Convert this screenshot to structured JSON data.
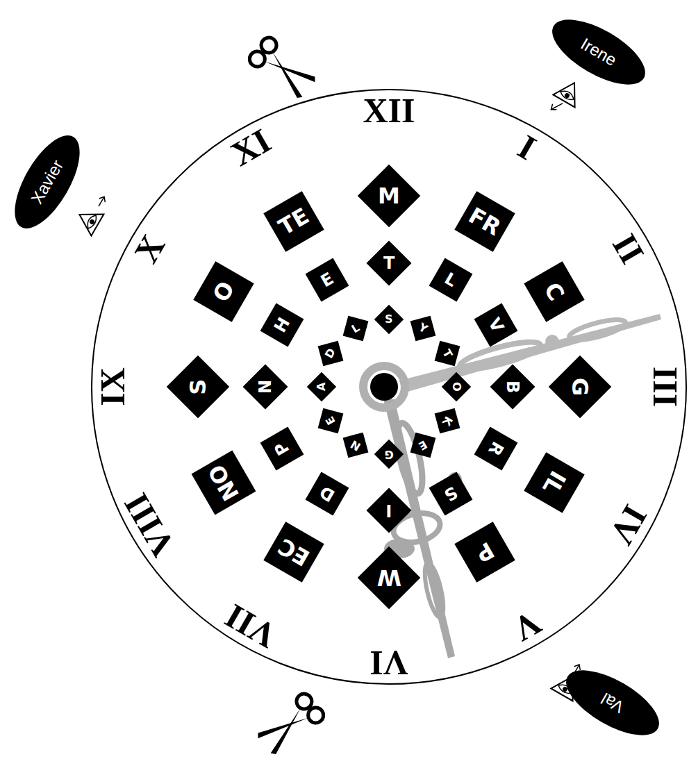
{
  "diagram": {
    "nodes": [
      {
        "text": [
          "Xavier"
        ]
      },
      {
        "text": [
          "Irene"
        ]
      },
      {
        "text": [
          "Val"
        ]
      },
      {
        "text": [
          "M"
        ]
      },
      {
        "text": [
          "FR"
        ]
      },
      {
        "text": [
          "C"
        ]
      },
      {
        "text": [
          "G"
        ]
      },
      {
        "text": [
          "IL"
        ]
      },
      {
        "text": [
          "P"
        ]
      },
      {
        "text": [
          "W"
        ]
      },
      {
        "text": [
          "EC"
        ]
      },
      {
        "text": [
          "NO"
        ]
      },
      {
        "text": [
          "S"
        ]
      },
      {
        "text": [
          "O"
        ]
      },
      {
        "text": [
          "TE"
        ]
      },
      {
        "text": [
          "T"
        ]
      },
      {
        "text": [
          "L"
        ]
      },
      {
        "text": [
          "V"
        ]
      },
      {
        "text": [
          "B"
        ]
      },
      {
        "text": [
          "R"
        ]
      },
      {
        "text": [
          "S"
        ]
      },
      {
        "text": [
          "I"
        ]
      },
      {
        "text": [
          "D"
        ]
      },
      {
        "text": [
          "P"
        ]
      },
      {
        "text": [
          "N"
        ]
      },
      {
        "text": [
          "H"
        ]
      },
      {
        "text": [
          "E"
        ]
      },
      {
        "text": [
          "S"
        ]
      },
      {
        "text": [
          "Y"
        ]
      },
      {
        "text": [
          "T"
        ]
      },
      {
        "text": [
          "O"
        ]
      },
      {
        "text": [
          "K"
        ]
      },
      {
        "text": [
          "E"
        ]
      },
      {
        "text": [
          "G"
        ]
      },
      {
        "text": [
          "N"
        ]
      },
      {
        "text": [
          "E"
        ]
      },
      {
        "text": [
          "A"
        ]
      },
      {
        "text": [
          "D"
        ]
      },
      {
        "text": [
          "L"
        ]
      }
    ],
    "labels": [
      "XII",
      "I",
      "II",
      "III",
      "IV",
      "V",
      "VI",
      "VII",
      "VIII",
      "IX",
      "X",
      "XI"
    ]
  }
}
